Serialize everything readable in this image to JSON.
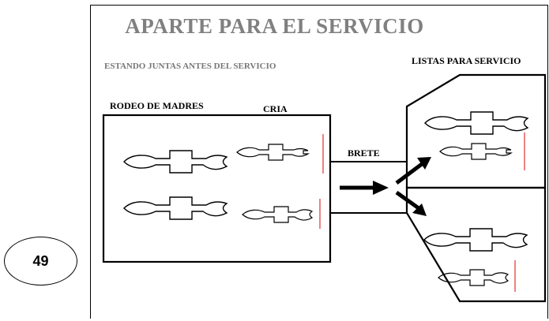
{
  "slide": {
    "title": "APARTE PARA EL SERVICIO",
    "subtitle": "ESTANDO JUNTAS ANTES DEL SERVICIO",
    "labels": {
      "rodeo": "RODEO DE MADRES",
      "cria": "CRIA",
      "brete": "BRETE",
      "listas": "LISTAS PARA SERVICIO"
    }
  },
  "page_number": "49",
  "colors": {
    "title": "#808080",
    "subtitle": "#777777",
    "accent_line": "#e0302e",
    "stroke": "#000000"
  },
  "icons": [
    "cow-outline-icon",
    "calf-outline-icon",
    "arrow-right-icon"
  ]
}
